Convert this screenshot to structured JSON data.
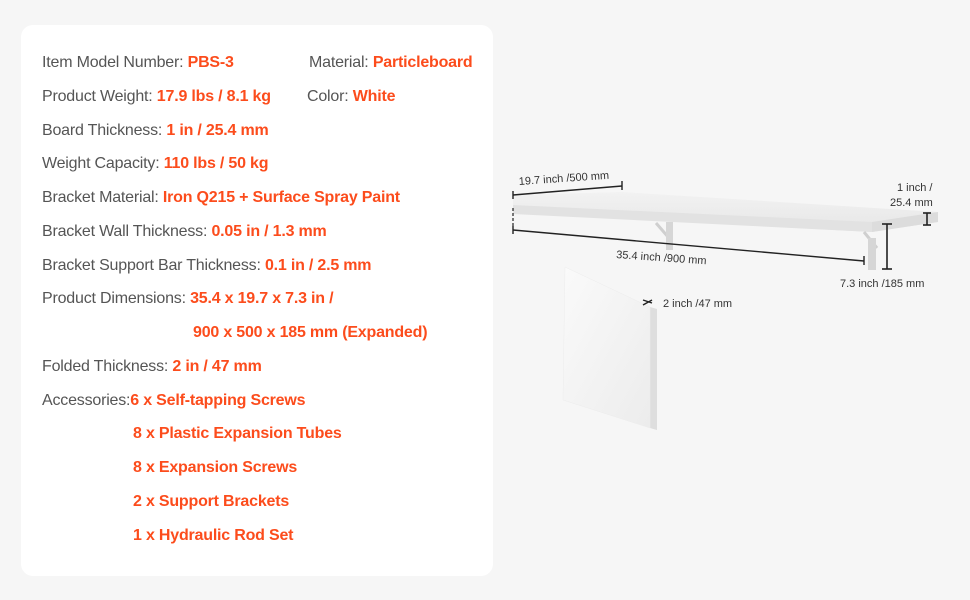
{
  "specs": {
    "model": {
      "label": "Item Model Number: ",
      "value": "PBS-3"
    },
    "material": {
      "label": "Material: ",
      "value": "Particleboard"
    },
    "weight": {
      "label": "Product Weight: ",
      "value": "17.9 lbs / 8.1 kg"
    },
    "color": {
      "label": "Color: ",
      "value": "White"
    },
    "board_thickness": {
      "label": "Board Thickness: ",
      "value": "1 in / 25.4 mm"
    },
    "capacity": {
      "label": "Weight Capacity: ",
      "value": "110 lbs / 50 kg"
    },
    "bracket_material": {
      "label": "Bracket Material: ",
      "value": "Iron Q215 + Surface Spray Paint"
    },
    "bracket_wall": {
      "label": "Bracket Wall Thickness: ",
      "value": "0.05 in / 1.3 mm"
    },
    "bracket_bar": {
      "label": "Bracket Support Bar Thickness: ",
      "value": "0.1 in / 2.5 mm"
    },
    "dimensions": {
      "label": "Product Dimensions: ",
      "value": "35.4 x 19.7 x 7.3 in /",
      "value2": "900 x 500 x 185 mm (Expanded)"
    },
    "folded": {
      "label": "Folded Thickness: ",
      "value": "2 in / 47 mm"
    },
    "accessories": {
      "label": "Accessories:",
      "items": [
        "6 x Self-tapping Screws",
        "8 x Plastic Expansion Tubes",
        "8 x Expansion Screws",
        "2 x Support Brackets",
        "1 x Hydraulic Rod Set"
      ]
    }
  },
  "figure": {
    "depth": "19.7 inch /500 mm",
    "length": "35.4 inch /900 mm",
    "thickness_line1": "1 inch /",
    "thickness_line2": "25.4 mm",
    "height": "7.3 inch /185 mm",
    "folded": "2 inch /47 mm"
  },
  "colors": {
    "accent": "#fc4c1c",
    "label": "#555555",
    "background": "#f6f6f6",
    "card": "#ffffff"
  }
}
